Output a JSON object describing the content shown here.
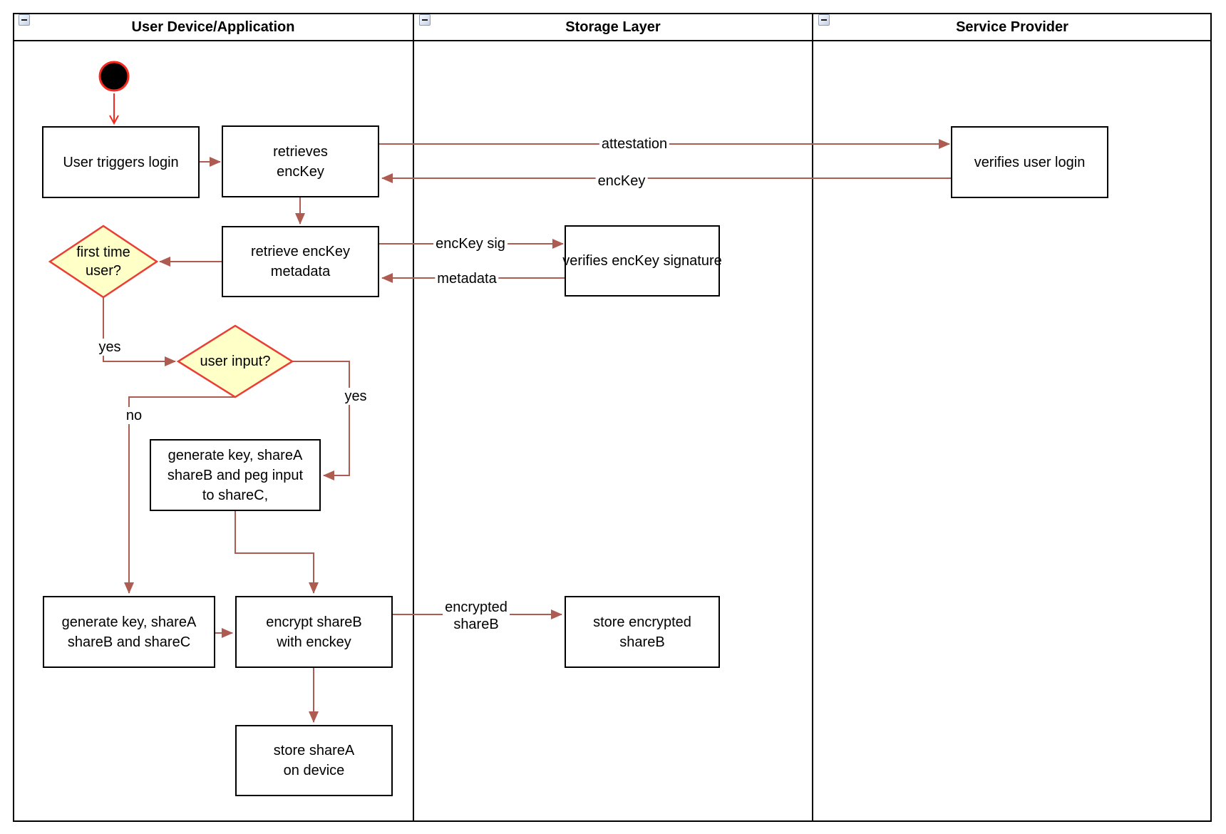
{
  "diagram": {
    "lanes": [
      {
        "title": "User Device/Application"
      },
      {
        "title": "Storage Layer"
      },
      {
        "title": "Service Provider"
      }
    ],
    "nodes": {
      "start": {
        "type": "initial-node"
      },
      "user_triggers_login": {
        "label": "User triggers login"
      },
      "retrieves_enckey": {
        "label": "retrieves\nencKey"
      },
      "retrieve_enckey_metadata": {
        "label": "retrieve encKey\nmetadata"
      },
      "verifies_enckey_signature": {
        "label": "verifies encKey signature"
      },
      "verifies_user_login": {
        "label": "verifies user login"
      },
      "first_time_user": {
        "label": "first time\nuser?"
      },
      "user_input": {
        "label": "user input?"
      },
      "generate_key_peg_input": {
        "label": "generate key, shareA\nshareB and peg input\nto shareC,"
      },
      "generate_key_sharec": {
        "label": "generate key, shareA\nshareB and shareC"
      },
      "encrypt_shareb": {
        "label": "encrypt shareB\nwith enckey"
      },
      "store_encrypted_shareb": {
        "label": "store encrypted\nshareB"
      },
      "store_sharea_on_device": {
        "label": "store shareA\non device"
      }
    },
    "edge_labels": {
      "attestation": "attestation",
      "enckey": "encKey",
      "enckey_sig": "encKey sig",
      "metadata": "metadata",
      "encrypted_shareb": "encrypted\nshareB",
      "yes_first_time": "yes",
      "yes_user_input": "yes",
      "no_user_input": "no"
    },
    "colors": {
      "arrow": "#AE5B52",
      "start_arrow": "#F5291D",
      "decision_fill": "#FFFFC8",
      "decision_stroke": "#EA3E34",
      "shape_stroke": "#000000",
      "lane_border": "#000000"
    }
  }
}
